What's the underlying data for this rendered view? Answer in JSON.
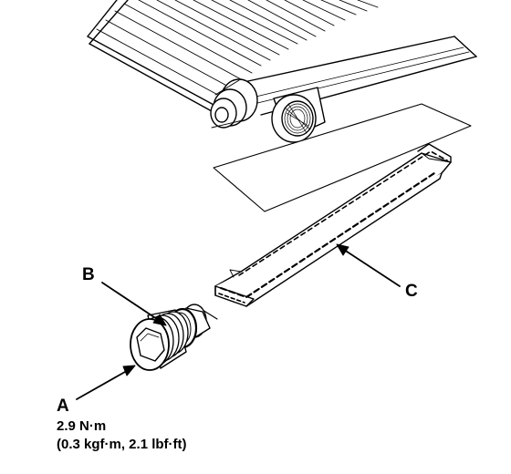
{
  "labels": {
    "a": "A",
    "b": "B",
    "c": "C"
  },
  "torque": {
    "nm": "2.9 N·m",
    "alt": "(0.3 kgf·m, 2.1 lbf·ft)"
  },
  "colors": {
    "ink": "#000000",
    "paper": "#ffffff"
  }
}
